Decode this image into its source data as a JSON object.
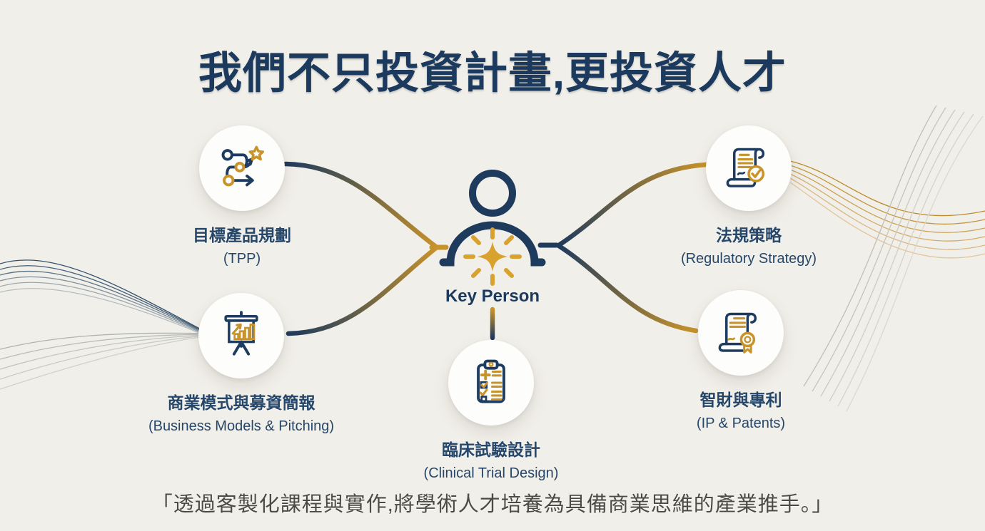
{
  "title": "我們不只投資計畫,更投資人才",
  "center": {
    "label": "Key Person",
    "icon": "person-sparkle-icon"
  },
  "nodes": [
    {
      "zh": "目標產品規劃",
      "en": "(TPP)",
      "icon": "roadmap-star-icon"
    },
    {
      "zh": "法規策略",
      "en": "(Regulatory Strategy)",
      "icon": "scroll-check-icon"
    },
    {
      "zh": "商業模式與募資簡報",
      "en": "(Business Models & Pitching)",
      "icon": "presentation-chart-icon"
    },
    {
      "zh": "臨床試驗設計",
      "en": "(Clinical Trial Design)",
      "icon": "clipboard-checklist-icon"
    },
    {
      "zh": "智財與專利",
      "en": "(IP & Patents)",
      "icon": "scroll-medal-icon"
    }
  ],
  "quote": "「透過客製化課程與實作,將學術人才培養為具備商業思維的產業推手。」",
  "colors": {
    "navy": "#1e3a5c",
    "gold": "#c8932b",
    "sparkle_gold": "#d9a22e",
    "background": "#f1efe9",
    "circle_fill": "#fdfdfc",
    "label_text": "#26476a",
    "quote_text": "#4b4a44"
  }
}
